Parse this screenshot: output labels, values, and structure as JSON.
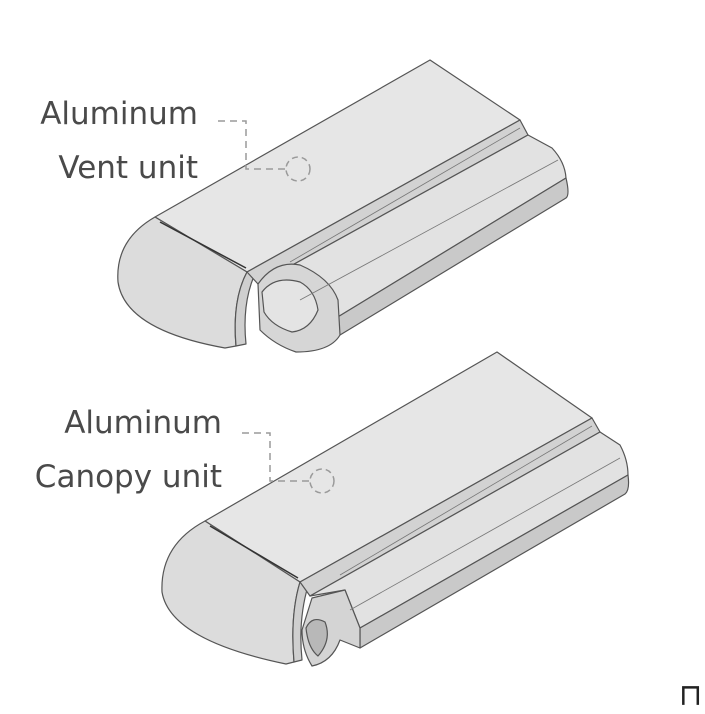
{
  "top_part": {
    "material_label": "Aluminum",
    "unit_label": "Vent unit"
  },
  "bottom_part": {
    "material_label": "Aluminum",
    "unit_label": "Canopy unit"
  },
  "corner_mark": "⊓",
  "colors": {
    "body_light": "#e6e6e6",
    "body_mid": "#d9d9d9",
    "body_dark": "#c8c8c8",
    "outline": "#555555",
    "leader": "#9a9a9a",
    "label_text": "#4a4a4a"
  }
}
